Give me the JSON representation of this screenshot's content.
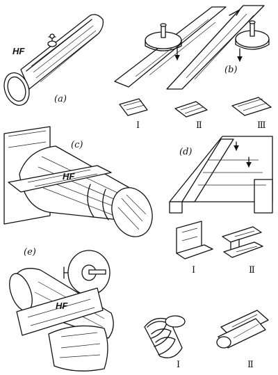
{
  "panels": {
    "a": {
      "label": "(a)",
      "process": "HF"
    },
    "b": {
      "label": "(b)",
      "variants": [
        "Ⅰ",
        "Ⅱ",
        "Ⅲ"
      ]
    },
    "c": {
      "label": "(c)",
      "process": "HF"
    },
    "d": {
      "label": "(d)",
      "variants": [
        "Ⅰ",
        "Ⅱ"
      ]
    },
    "e": {
      "label": "(e)",
      "process": "HF",
      "variants": [
        "Ⅰ",
        "Ⅱ"
      ]
    }
  }
}
